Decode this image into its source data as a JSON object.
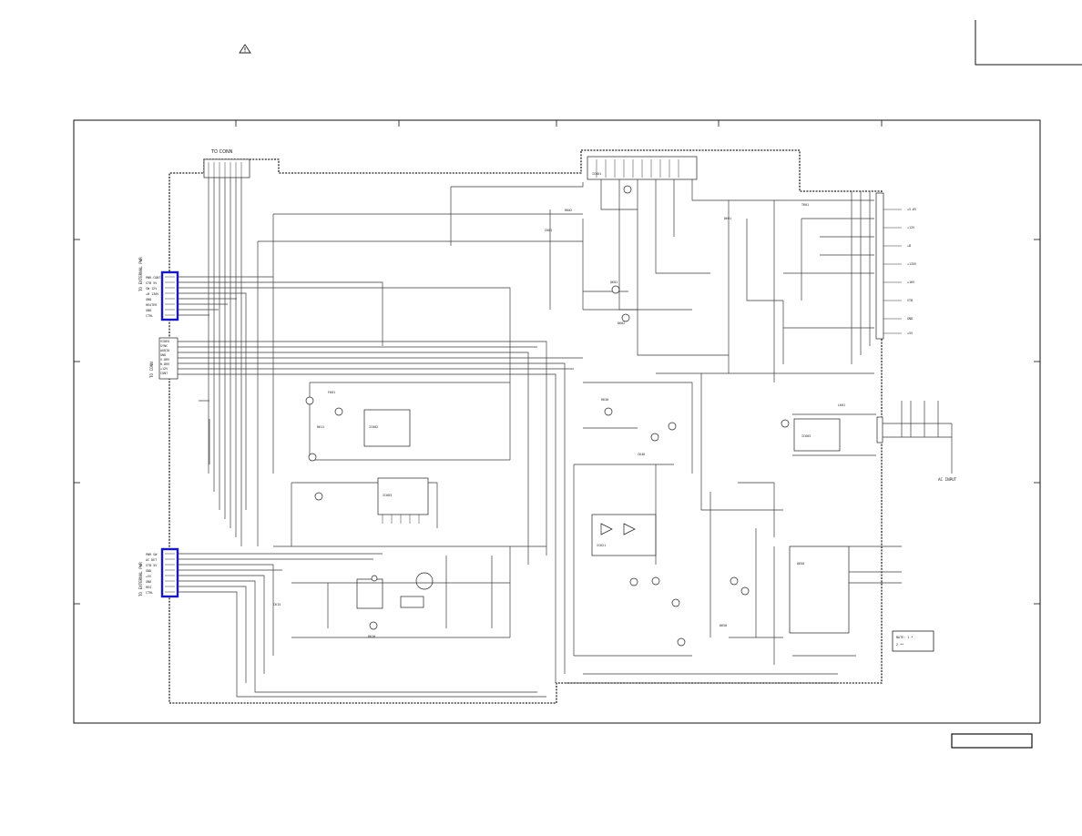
{
  "sheet": {
    "warning_symbol": "warning-triangle",
    "highlight_color": "#1a1ab8"
  },
  "labels": {
    "to_conn": "TO CONN",
    "conn_upper_side": "TO EXTERNAL PWR",
    "conn_middle_side": "TO CONN",
    "conn_lower_side": "TO EXTERNAL PWR",
    "ac_input": "AC INPUT",
    "legend_line1": "NOTE: 1 * ",
    "legend_line2": "2 **"
  },
  "connector_upper_pins": [
    "PWR-CONT",
    "STB 5V",
    "SW 12V",
    "+B 130V",
    "GND",
    "HEATER",
    "GND",
    "CTRL"
  ],
  "connector_middle_pins": [
    "VIDEO",
    "SYNC",
    "AUDIO",
    "GND",
    "V-DRV",
    "H-DRV",
    "+12V",
    "CONT"
  ],
  "connector_lower_pins": [
    "PWR SW",
    "AC DET",
    "STB 5V",
    "GND",
    "+5V",
    "GND",
    "REG",
    "CTRL"
  ],
  "right_output_labels": [
    "+5.6V",
    "+12V",
    "+B",
    "+135V",
    "+16V",
    "STB",
    "GND",
    "+5V"
  ],
  "component_labels": [
    "C601",
    "R602",
    "Q601",
    "Q602",
    "D601",
    "IC601",
    "IC602",
    "IC603",
    "T601",
    "L601",
    "F601",
    "R611",
    "C615",
    "D610",
    "Q610",
    "IC621",
    "R630",
    "C640",
    "D650",
    "Q650"
  ]
}
